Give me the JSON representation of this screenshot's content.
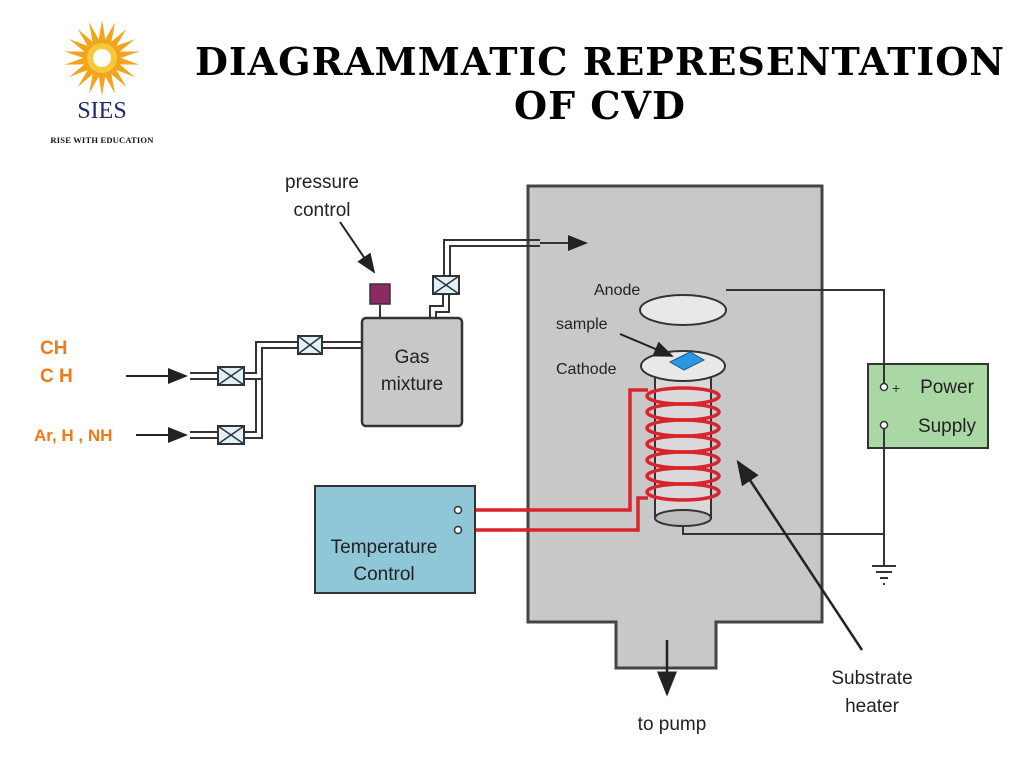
{
  "header": {
    "title": "DIAGRAMMATIC REPRESENTATION OF CVD",
    "logo_name": "SIES",
    "logo_tagline": "RISE WITH EDUCATION"
  },
  "diagram": {
    "pressure_control": [
      "pressure",
      "control"
    ],
    "gas_mixture": [
      "Gas",
      "mixture"
    ],
    "gas_inputs": [
      "CH",
      "C H",
      "Ar, H , NH"
    ],
    "anode": "Anode",
    "sample": "sample",
    "cathode": "Cathode",
    "power_supply": [
      "Power",
      "Supply"
    ],
    "temperature_control": [
      "Temperature",
      "Control"
    ],
    "substrate_heater": [
      "Substrate",
      "heater"
    ],
    "to_pump": "to pump"
  },
  "colors": {
    "chamber": "#c8c8c8",
    "heater_coil": "#d8242c",
    "power_box": "#a9d8a5",
    "temp_box": "#8fc7d9",
    "pressure_valve": "#8e2a63",
    "gas_label": "#f07a1a",
    "sample": "#2a98e0"
  }
}
